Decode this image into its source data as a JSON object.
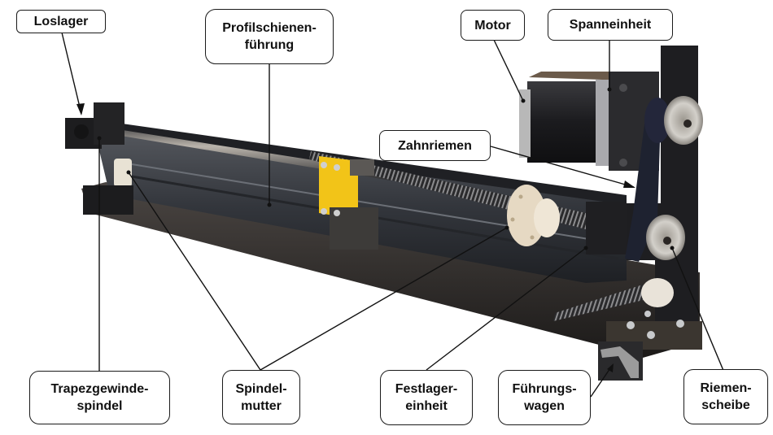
{
  "title": "Linearachse mit Trapezgewindespindel und Riemenantrieb",
  "colors": {
    "label_border": "#1a1a1a",
    "label_text": "#111111",
    "leader_line": "#111111",
    "frame_dark": "#2b2b2e",
    "profile_rail": "#3c3f45",
    "spindle_steel": "#5a5a5e",
    "nut_beige": "#e6d9c3",
    "carriage_yellow": "#f2c418",
    "motor_black": "#1f1f22",
    "motor_silver": "#b8b8b8",
    "pulley_silver": "#c9c9c6"
  },
  "labels": {
    "loslager": {
      "lines": [
        "Loslager"
      ]
    },
    "profilschienenfuehrung": {
      "lines": [
        "Profilschienen-",
        "führung"
      ]
    },
    "motor": {
      "lines": [
        "Motor"
      ]
    },
    "spanneinheit": {
      "lines": [
        "Spanneinheit"
      ]
    },
    "zahnriemen": {
      "lines": [
        "Zahnriemen"
      ]
    },
    "trapezgewindespindel": {
      "lines": [
        "Trapezgewinde-",
        "spindel"
      ]
    },
    "spindelmutter": {
      "lines": [
        "Spindel-",
        "mutter"
      ]
    },
    "festlagereinheit": {
      "lines": [
        "Festlager-",
        "einheit"
      ]
    },
    "fuehrungswagen": {
      "lines": [
        "Führungs-",
        "wagen"
      ]
    },
    "riemenscheibe": {
      "lines": [
        "Riemen-",
        "scheibe"
      ]
    }
  }
}
